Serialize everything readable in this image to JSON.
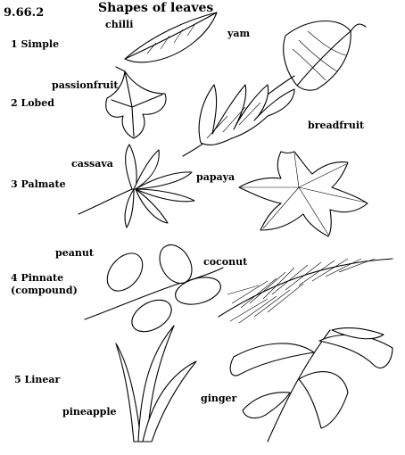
{
  "figure_code": "9.66.2",
  "title": "Shapes of leaves",
  "categories": {
    "simple": "1 Simple",
    "lobed": "2 Lobed",
    "palmate": "3 Palmate",
    "pinnate_line1": "4 Pinnate",
    "pinnate_line2": "(compound)",
    "linear": "5 Linear"
  },
  "plants": {
    "chilli": "chilli",
    "yam": "yam",
    "passionfruit": "passionfruit",
    "breadfruit": "breadfruit",
    "cassava": "cassava",
    "papaya": "papaya",
    "peanut": "peanut",
    "coconut": "coconut",
    "pineapple": "pineapple",
    "ginger": "ginger"
  }
}
